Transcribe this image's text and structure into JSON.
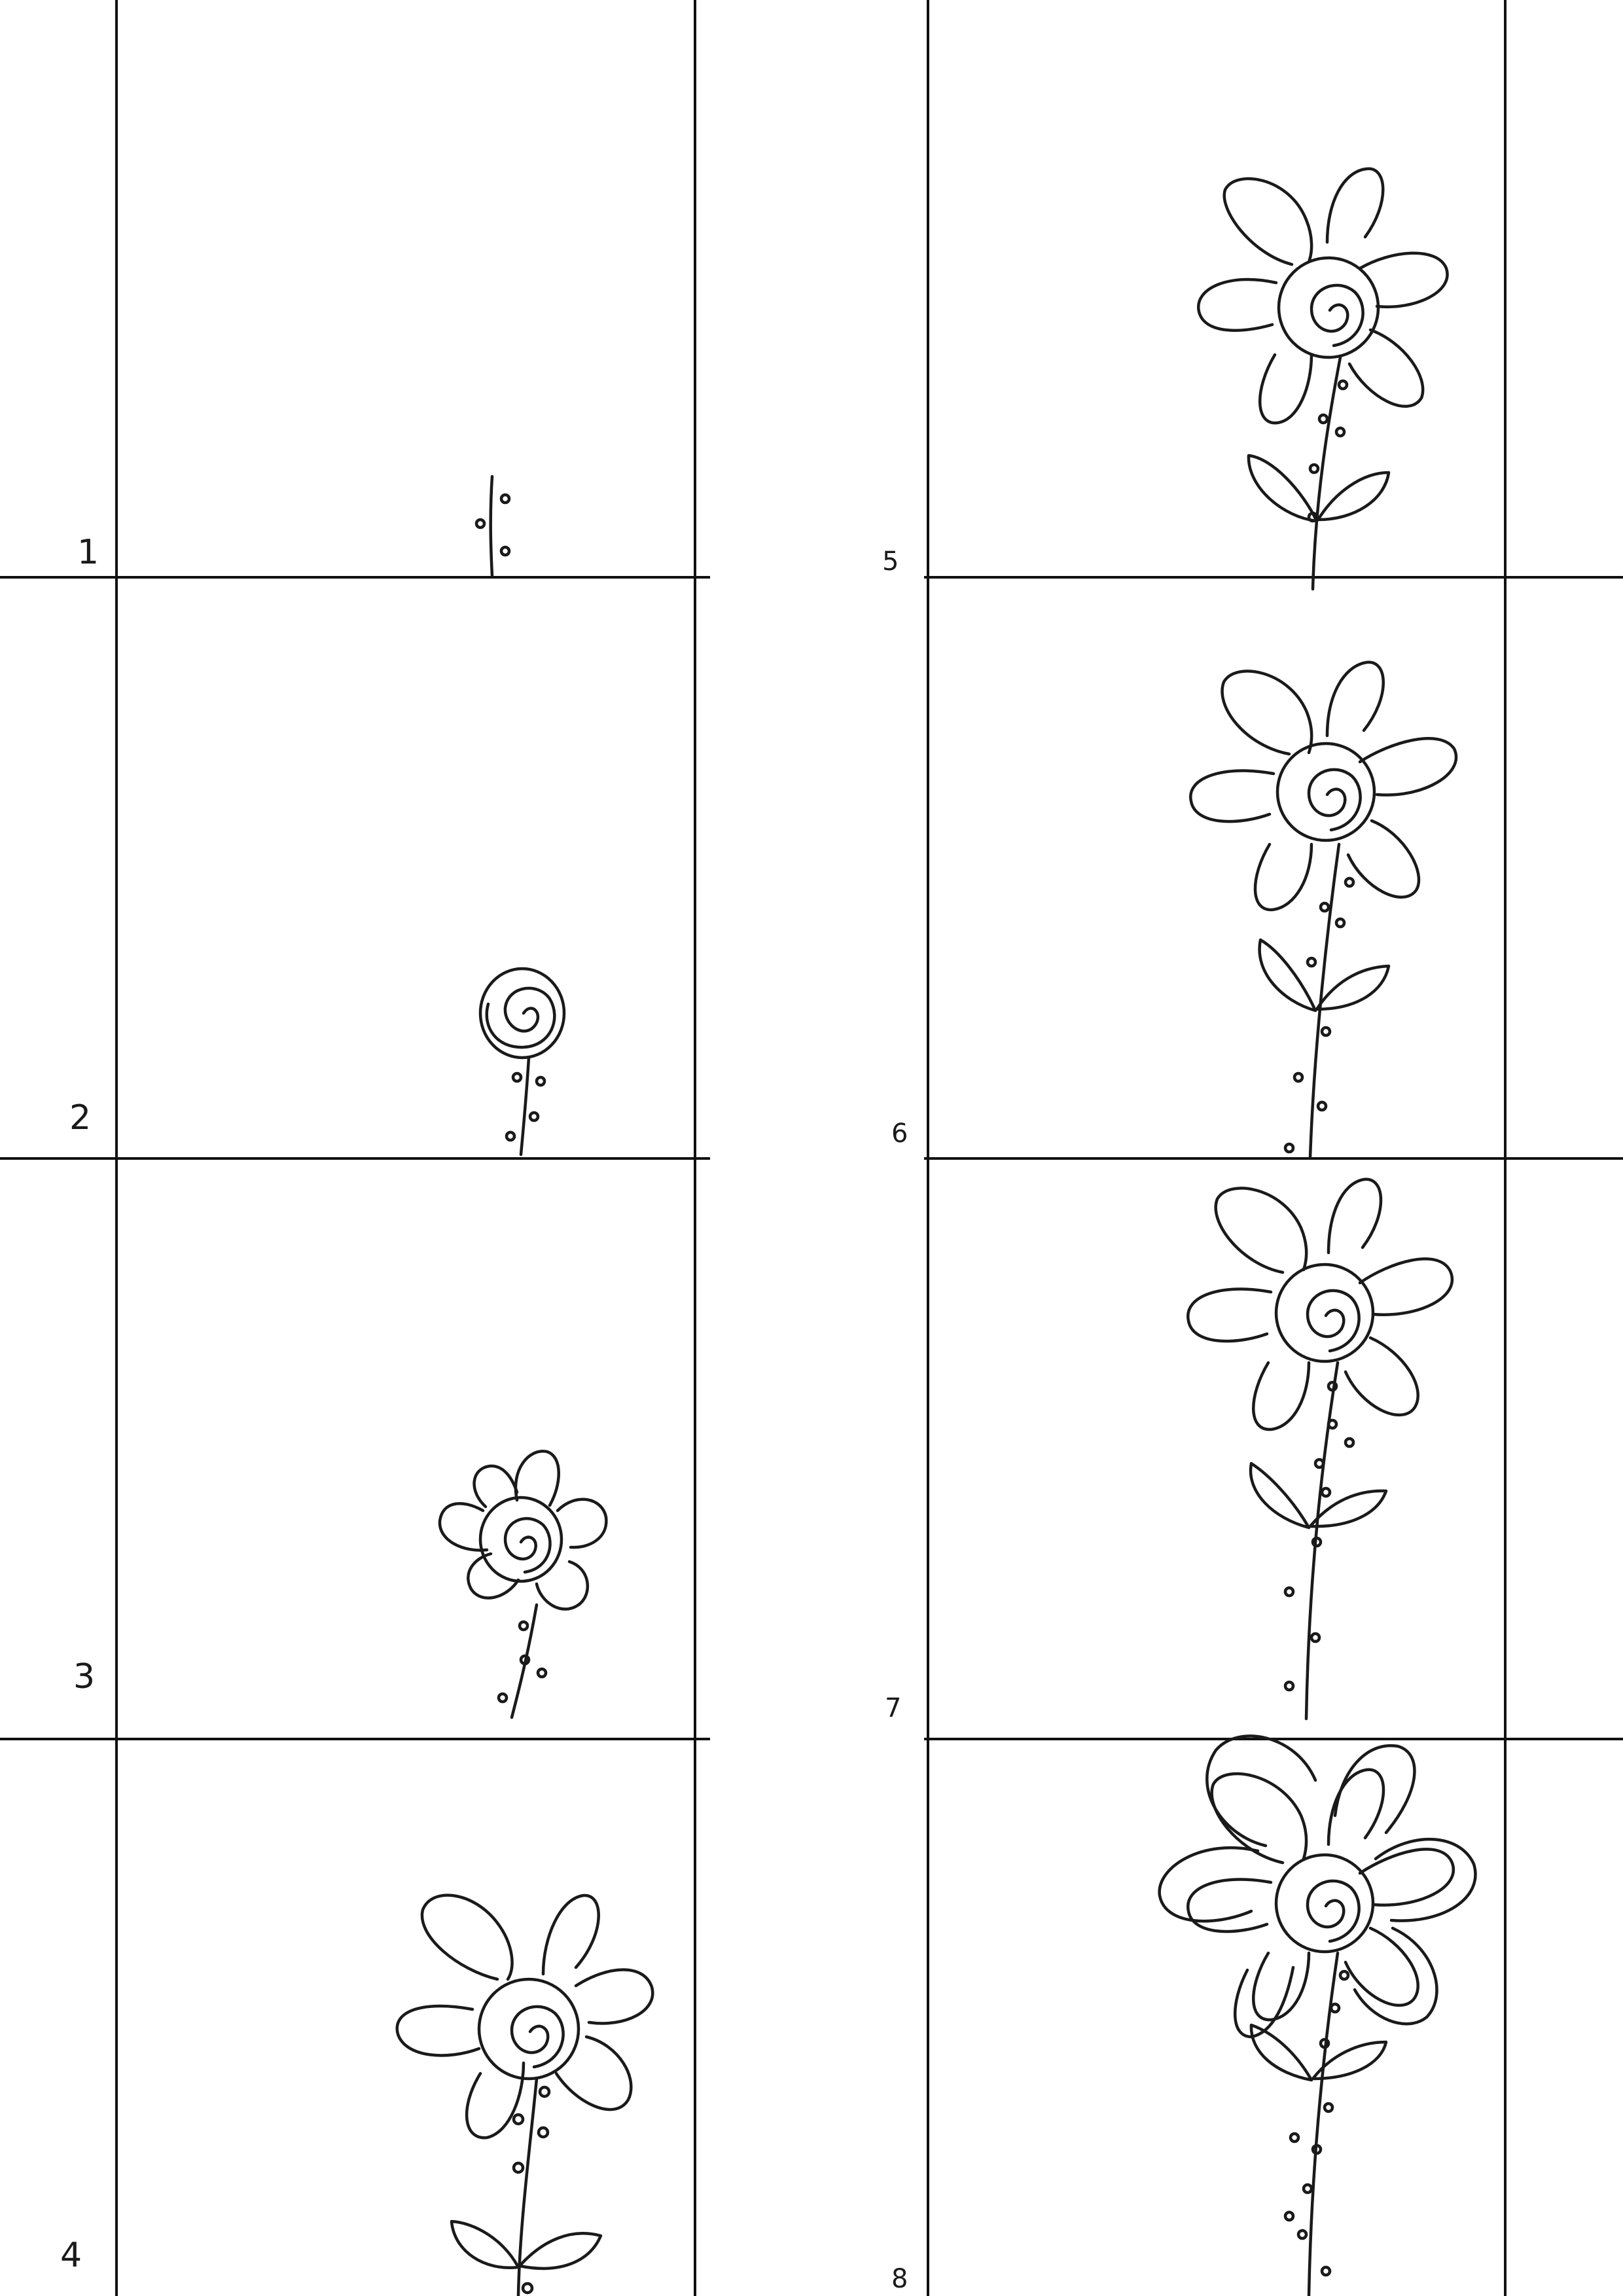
{
  "frames": [
    {
      "number": "1",
      "stage": "stem"
    },
    {
      "number": "2",
      "stage": "spiral-bud"
    },
    {
      "number": "3",
      "stage": "small-petals"
    },
    {
      "number": "4",
      "stage": "petals-and-leaves"
    },
    {
      "number": "5",
      "stage": "grown-flower"
    },
    {
      "number": "6",
      "stage": "taller-flower"
    },
    {
      "number": "7",
      "stage": "tallest-flower"
    },
    {
      "number": "8",
      "stage": "double-outlined-flower"
    }
  ],
  "ink_color": "#1a1a1a",
  "paper_color": "#ffffff"
}
